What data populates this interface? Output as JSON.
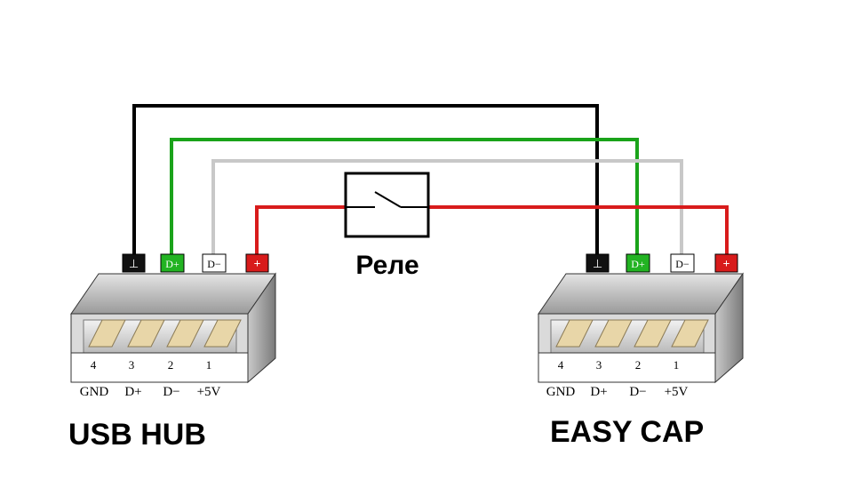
{
  "relay": {
    "label": "Реле"
  },
  "connectors": [
    {
      "id": "left",
      "name": "USB HUB",
      "pin_tags": [
        "⊥",
        "D+",
        "D−",
        "+"
      ],
      "pin_numbers": [
        "4",
        "3",
        "2",
        "1"
      ],
      "pin_labels": [
        "GND",
        "D+",
        "D−",
        "+5V"
      ]
    },
    {
      "id": "right",
      "name": "EASY CAP",
      "pin_tags": [
        "⊥",
        "D+",
        "D−",
        "+"
      ],
      "pin_numbers": [
        "4",
        "3",
        "2",
        "1"
      ],
      "pin_labels": [
        "GND",
        "D+",
        "D−",
        "+5V"
      ]
    }
  ],
  "wires": [
    {
      "signal": "GND",
      "color": "#000000"
    },
    {
      "signal": "D+",
      "color": "#1aa31a"
    },
    {
      "signal": "D−",
      "color": "#c8c8c8"
    },
    {
      "signal": "+5V",
      "color": "#d81b1b"
    }
  ],
  "tag_colors": {
    "GND": "#111111",
    "D+": "#22b322",
    "D−": "#ffffff",
    "+5V": "#d81b1b"
  }
}
